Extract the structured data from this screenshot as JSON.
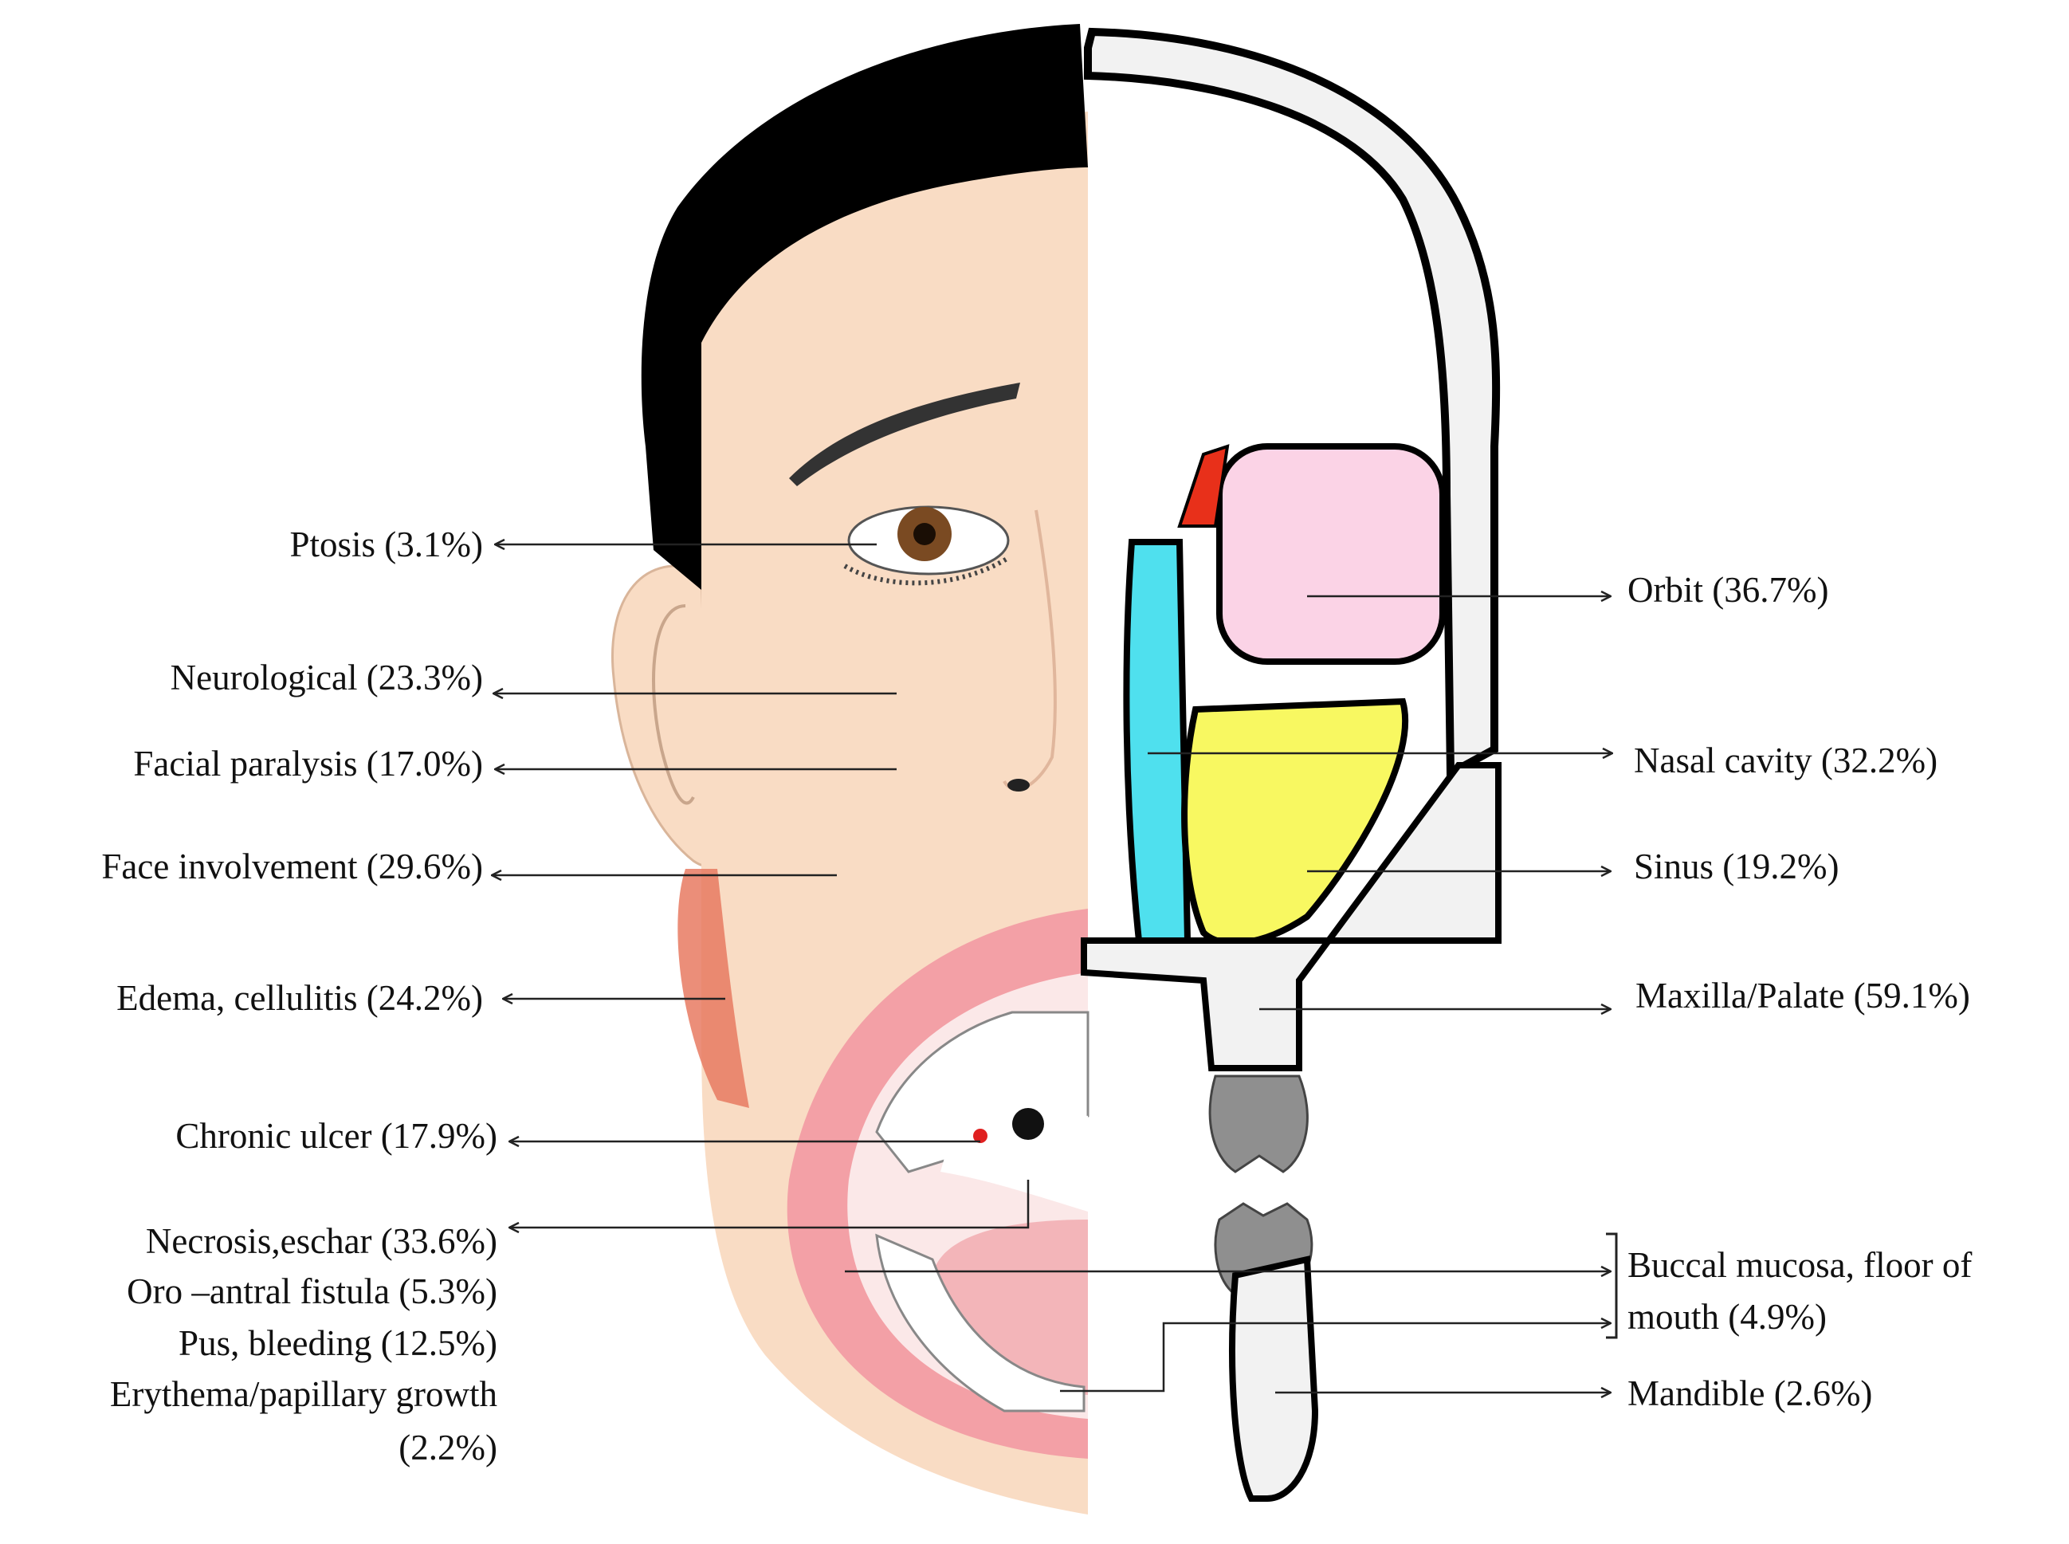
{
  "left_labels": {
    "ptosis": "Ptosis  (3.1%)",
    "neurological": "Neurological  (23.3%)",
    "facial_paralysis": "Facial paralysis  (17.0%)",
    "face_involvement": "Face involvement (29.6%)",
    "edema": "Edema, cellulitis (24.2%)",
    "chronic_ulcer": "Chronic ulcer  (17.9%)",
    "necrosis": "Necrosis,eschar  (33.6%)",
    "oro_antral": "Oro –antral fistula  (5.3%)",
    "pus": "Pus, bleeding  (12.5%)",
    "erythema_line1": "Erythema/papillary growth",
    "erythema_line2": "(2.2%)"
  },
  "right_labels": {
    "orbit": "Orbit (36.7%)",
    "nasal_cavity": "Nasal cavity (32.2%)",
    "sinus": "Sinus (19.2%)",
    "maxilla": "Maxilla/Palate  (59.1%)",
    "buccal_line1": "Buccal mucosa, floor of",
    "buccal_line2": "mouth  (4.9%)",
    "mandible": "Mandible (2.6%)"
  },
  "colors": {
    "skin": "#f9dcc4",
    "hair": "#000000",
    "orbit": "#fbd3e6",
    "nasal_cavity": "#4fe0ee",
    "sinus": "#f8f861",
    "frontal_sinus": "#e8301a",
    "lip": "#f3a0a6",
    "tooth_gray": "#8f8f8f"
  }
}
